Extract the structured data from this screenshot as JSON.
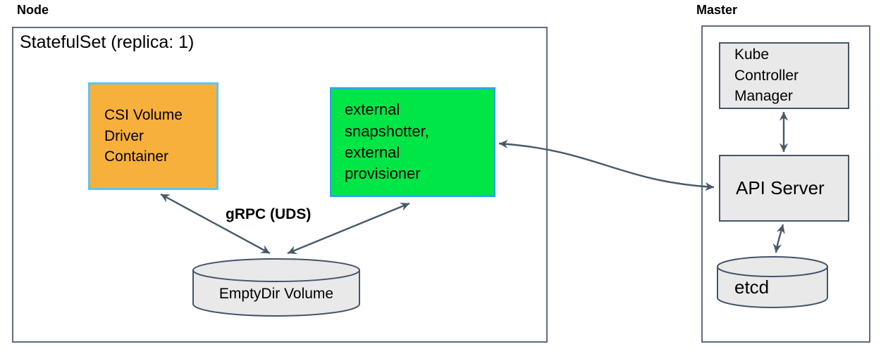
{
  "node": {
    "title": "Node",
    "statefulset_title": "StatefulSet (replica: 1)",
    "csi_box": {
      "label": "CSI Volume Driver Container",
      "fill": "#F8B03C",
      "border": "#5BC5F2"
    },
    "sidecar_box": {
      "label": "external snapshotter, external provisioner",
      "fill": "#00E646",
      "border": "#29A9E8"
    },
    "grpc_label": "gRPC (UDS)",
    "emptydir_cylinder": {
      "label": "EmptyDir Volume",
      "fill": "#E9E9E9",
      "border": "#44546A"
    }
  },
  "master": {
    "title": "Master",
    "kcm_box": {
      "label": "Kube Controller Manager",
      "fill": "#E9E9E9",
      "border": "#44546A"
    },
    "api_server_box": {
      "label": "API Server",
      "fill": "#E9E9E9",
      "border": "#44546A"
    },
    "etcd_cylinder": {
      "label": "etcd",
      "fill": "#E9E9E9",
      "border": "#44546A"
    }
  },
  "connections": [
    {
      "from": "CSI Volume Driver Container",
      "to": "EmptyDir Volume",
      "label": "gRPC (UDS)",
      "direction": "bidirectional"
    },
    {
      "from": "external snapshotter, external provisioner",
      "to": "EmptyDir Volume",
      "label": "gRPC (UDS)",
      "direction": "bidirectional"
    },
    {
      "from": "external snapshotter, external provisioner",
      "to": "API Server",
      "direction": "bidirectional"
    },
    {
      "from": "Kube Controller Manager",
      "to": "API Server",
      "direction": "bidirectional"
    },
    {
      "from": "API Server",
      "to": "etcd",
      "direction": "bidirectional"
    }
  ],
  "colors": {
    "arrow": "#47596B",
    "outer_border": "#5E6E7E",
    "gray_fill": "#E9E9E9",
    "gray_border": "#44546A",
    "text": "#000000"
  }
}
